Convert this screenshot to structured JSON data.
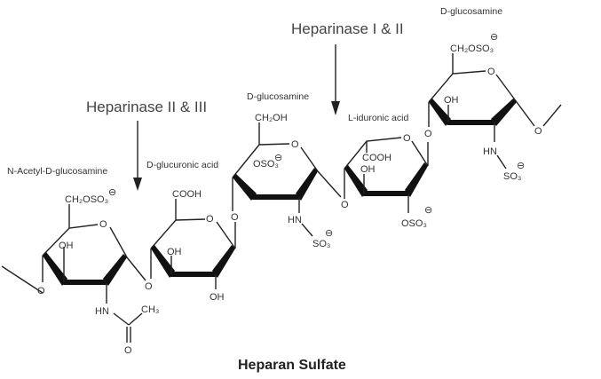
{
  "title": "Heparan Sulfate",
  "enzymes": [
    {
      "label": "Heparinase II & III"
    },
    {
      "label": "Heparinase I & II"
    }
  ],
  "residues": [
    {
      "name": "N-Acetyl-D-glucosamine",
      "groups": [
        "CH₂OSO₃",
        "⊖",
        "OH",
        "HN",
        "CH₃",
        "O",
        "O"
      ]
    },
    {
      "name": "D-glucuronic acid",
      "groups": [
        "COOH",
        "OH",
        "OH",
        "O"
      ]
    },
    {
      "name": "D-glucosamine",
      "groups": [
        "CH₂OH",
        "OSO₃",
        "⊖",
        "HN",
        "SO₃",
        "⊖",
        "O"
      ]
    },
    {
      "name": "L-iduronic acid",
      "groups": [
        "COOH",
        "OH",
        "OSO₃",
        "⊖",
        "O"
      ]
    },
    {
      "name": "D-glucosamine",
      "groups": [
        "CH₂OSO₃",
        "⊖",
        "OH",
        "HN",
        "SO₃",
        "⊖",
        "O"
      ]
    }
  ],
  "linkage_o": "O"
}
